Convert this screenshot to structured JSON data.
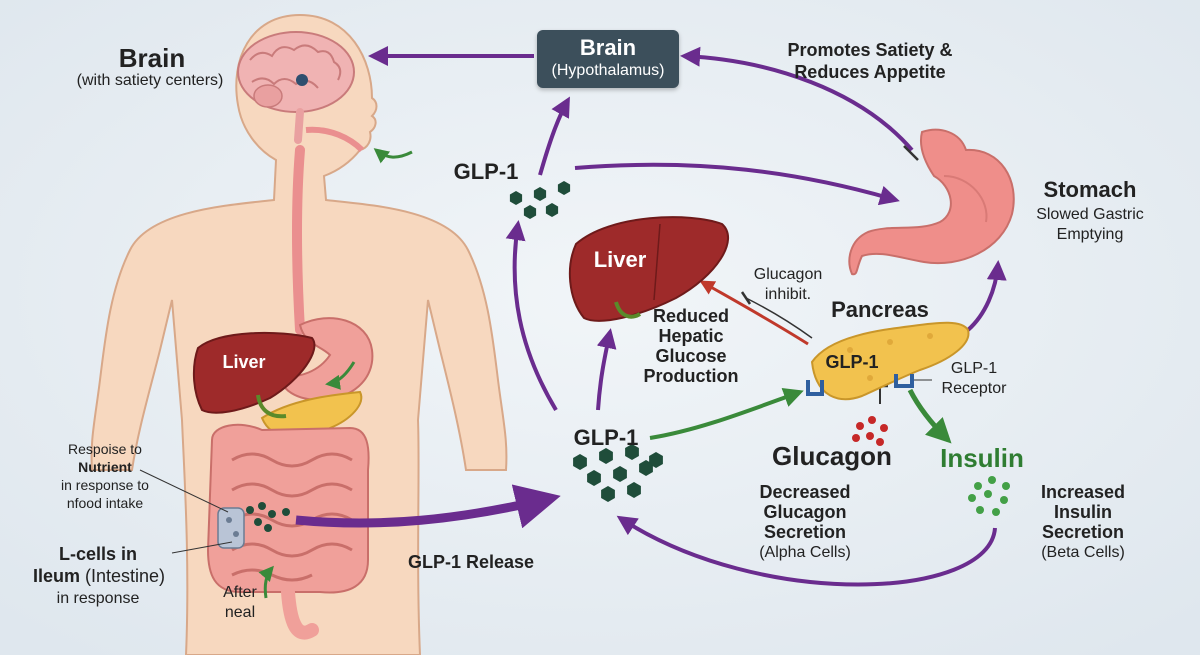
{
  "left": {
    "brain_title": "Brain",
    "brain_subtitle": "(with satiety centers)",
    "liver_label": "Liver",
    "response_line1": "Respoise to",
    "response_line2": "Nutrient",
    "response_line3": "in response to",
    "response_line4": "nfood intake",
    "lcells_line1": "L-cells in",
    "lcells_line2_bold": "Ileum",
    "lcells_line2_rest": " (Intestine)",
    "lcells_line3": "in response",
    "after_line1": "After",
    "after_line2": "neal"
  },
  "center": {
    "brain_box_title": "Brain",
    "brain_box_subtitle": "(Hypothalamus)",
    "glp1_top": "GLP-1",
    "glp1_mid": "GLP-1",
    "glp1_release": "GLP-1 Release",
    "liver_label": "Liver",
    "reduced_line1": "Reduced",
    "reduced_line2": "Hepatic",
    "reduced_line3": "Glucose",
    "reduced_line4": "Production",
    "glucagon_inhibit_line1": "Glucagon",
    "glucagon_inhibit_line2": "inhibit."
  },
  "right": {
    "satiety_line1": "Promotes Satiety &",
    "satiety_line2": "Reduces Appetite",
    "stomach_title": "Stomach",
    "stomach_line1": "Slowed Gastric",
    "stomach_line2": "Emptying",
    "pancreas_title": "Pancreas",
    "pancreas_glp1": "GLP-1",
    "receptor_line1": "GLP-1",
    "receptor_line2": "Receptor",
    "glucagon_title": "Glucagon",
    "glucagon_line1": "Decreased",
    "glucagon_line2": "Glucagon",
    "glucagon_line3": "Secretion",
    "glucagon_line4": "(Alpha Cells)",
    "insulin_title": "Insulin",
    "insulin_line1": "Increased",
    "insulin_line2": "Insulin",
    "insulin_line3": "Secretion",
    "insulin_line4": "(Beta Cells)"
  },
  "colors": {
    "background": "#e6edf3",
    "arrow_purple": "#6a2c8e",
    "arrow_green": "#3a8a3a",
    "arrow_red": "#c0392b",
    "glp1_hexagon": "#1f4d3a",
    "liver": "#9e2a2a",
    "pancreas": "#f2c24e",
    "stomach": "#ef8e8a",
    "skin": "#f7d8bf",
    "brain_box": "#3c4f5b",
    "glucagon_dots": "#c62828",
    "insulin_dots": "#43a047"
  },
  "icons": [
    "body-silhouette",
    "brain-organ",
    "liver-organ",
    "stomach-organ",
    "pancreas-organ",
    "intestine-organ",
    "glp1-hexagon",
    "receptor-icon"
  ]
}
